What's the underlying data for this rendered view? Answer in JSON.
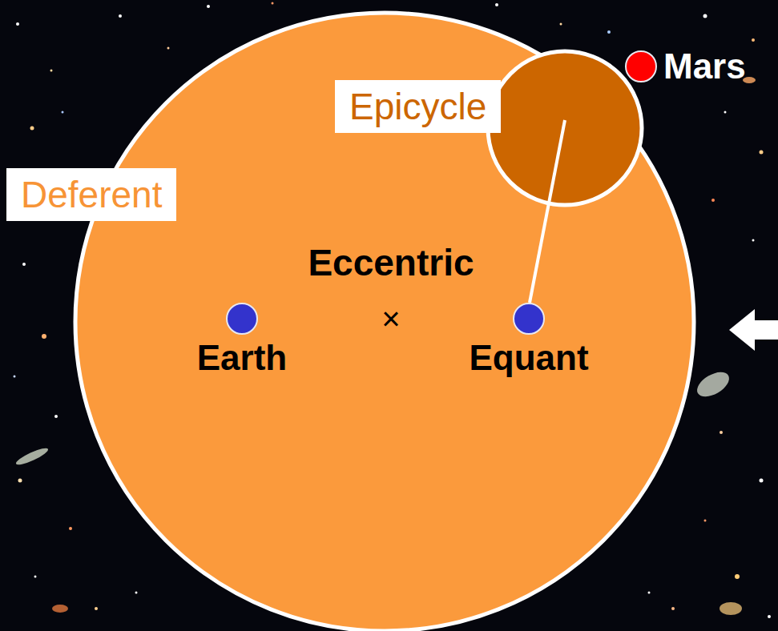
{
  "diagram": {
    "nodes": [
      {
        "text": [
          "Deferent"
        ]
      },
      {
        "text": [
          "Epicycle"
        ]
      },
      {
        "text": [
          "Earth"
        ]
      },
      {
        "text": [
          "Equant"
        ]
      },
      {
        "text": [
          "Mars"
        ]
      }
    ],
    "labels": [
      "Eccentric",
      "×"
    ]
  }
}
